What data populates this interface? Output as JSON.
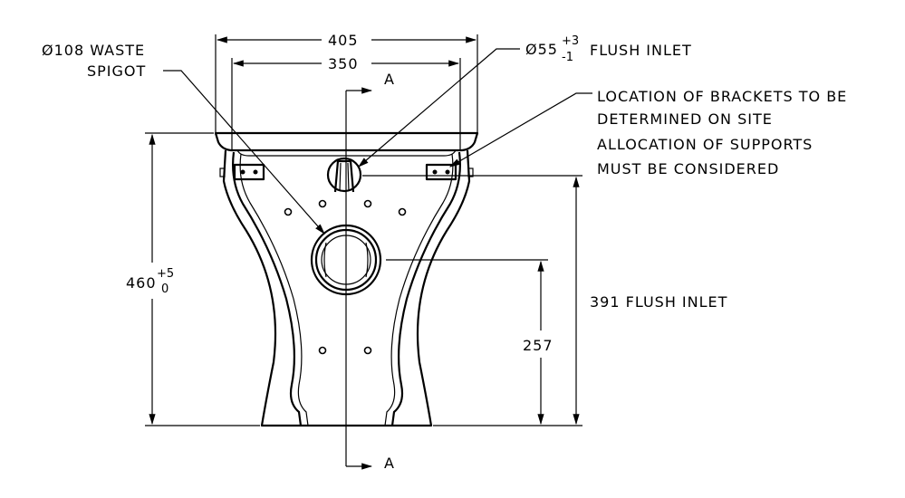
{
  "drawing": {
    "dim_405": "405",
    "dim_350": "350",
    "dim_460": "460",
    "dim_460_tol_plus": "+5",
    "dim_460_tol_minus": "0",
    "dim_257": "257",
    "dim_391": "391 FLUSH INLET",
    "section_mark": "A",
    "waste_line1": "Ø108 WASTE",
    "waste_line2": "SPIGOT",
    "flush_dia": "Ø55",
    "flush_tol_plus": "+3",
    "flush_tol_minus": "-1",
    "flush_label": "FLUSH INLET",
    "note_lines": [
      "LOCATION OF BRACKETS TO BE",
      "DETERMINED ON SITE",
      "ALLOCATION OF SUPPORTS",
      "MUST BE CONSIDERED"
    ]
  }
}
